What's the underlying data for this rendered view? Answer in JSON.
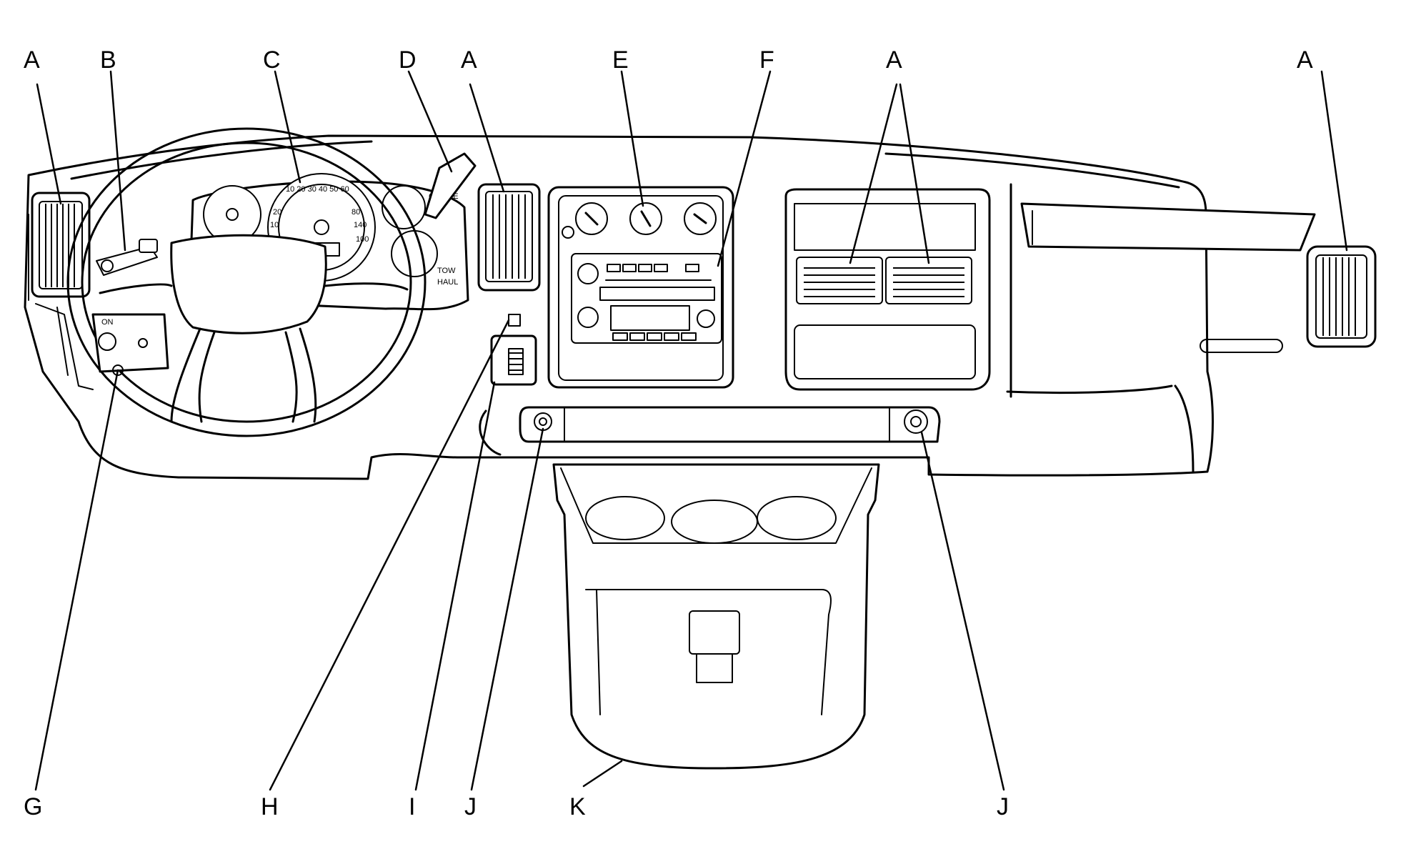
{
  "callout_labels": {
    "A": "A",
    "B": "B",
    "C": "C",
    "D": "D",
    "E": "E",
    "F": "F",
    "G": "G",
    "H": "H",
    "I": "I",
    "J": "J",
    "K": "K"
  },
  "colors": {
    "ink": "#000000",
    "paper": "#ffffff"
  }
}
